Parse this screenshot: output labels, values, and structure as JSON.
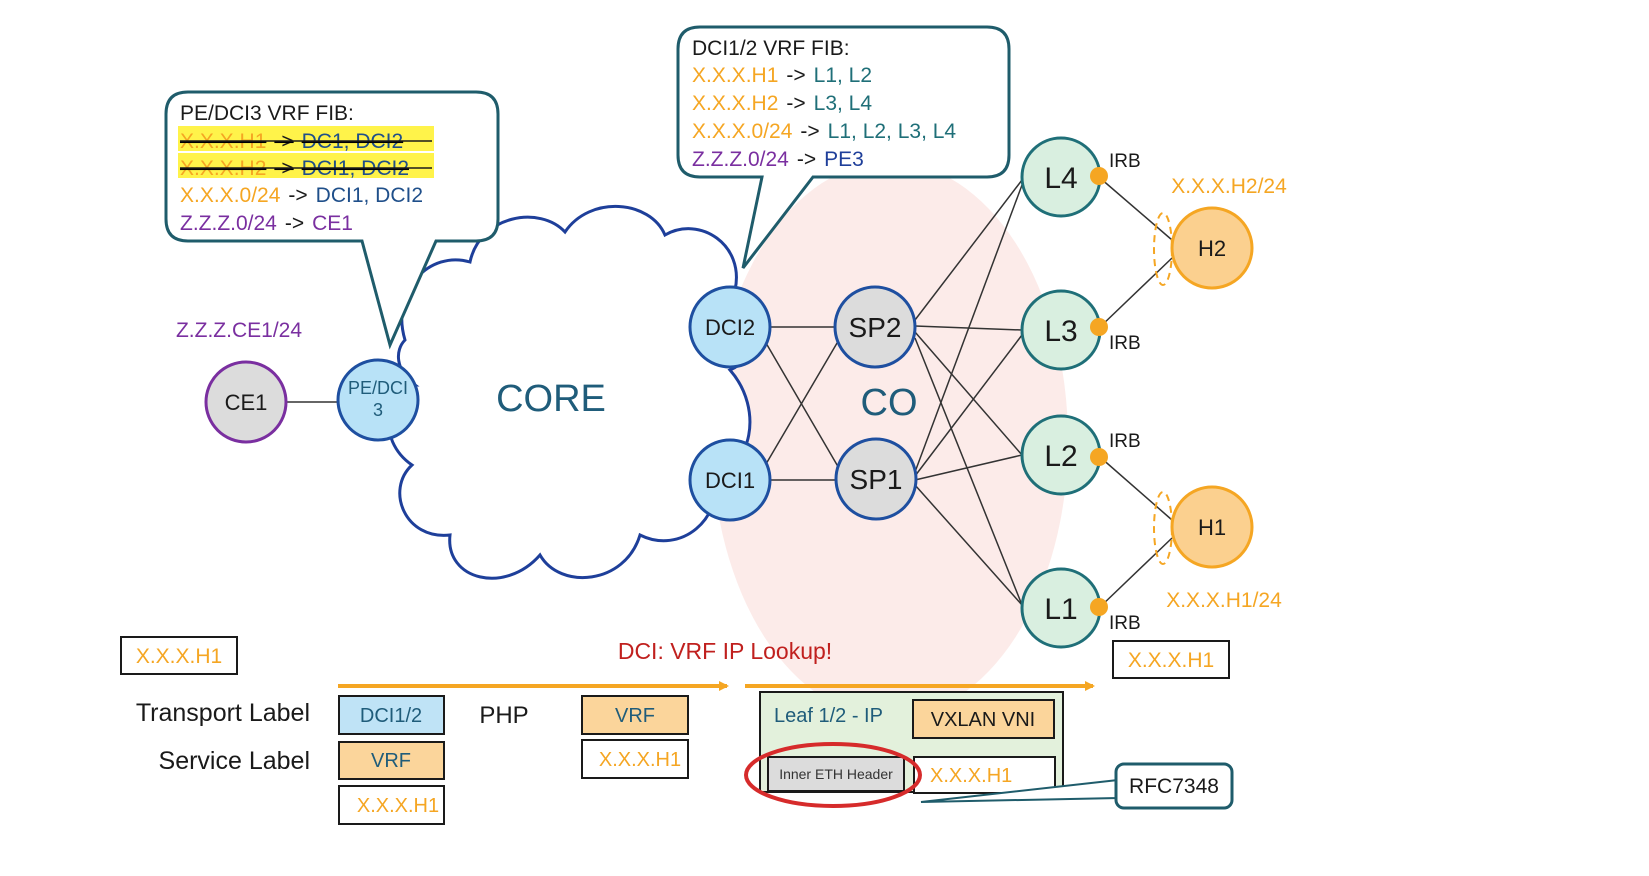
{
  "colors": {
    "orange": "#f5a623",
    "purple": "#7a2fa0",
    "teal": "#1f6f78",
    "dark": "#1a1a1a",
    "red_label": "#c0201e",
    "node_blue": "#b8e2f7",
    "node_blue_stroke": "#1e4fa0",
    "node_gray": "#dcdcdc",
    "node_green": "#d9efe0",
    "node_orange": "#fbd08f",
    "cloud_stroke": "#1e3f9a",
    "bubble_stroke": "#1f5c6b",
    "highlight": "#fff34a",
    "pink_zone": "#fbe6e4",
    "box_orange": "#fbd59b",
    "box_blue": "#bfe3f6",
    "leaf_green": "#e3f1dc",
    "ellipse_red": "#d62b2b"
  },
  "bubble_left": {
    "title": "PE/DCI3 VRF FIB:",
    "rows": [
      {
        "prefix": "X.X.X.H1",
        "arrow": "->",
        "target": "DC1, DCI2",
        "struck": true
      },
      {
        "prefix": "X.X.X.H2",
        "arrow": "->",
        "target": "DCI1, DCI2",
        "struck": true
      },
      {
        "prefix": "X.X.X.0/24",
        "arrow": "->",
        "target": "DCI1, DCI2",
        "struck": false
      },
      {
        "prefix": "Z.Z.Z.0/24",
        "arrow": "->",
        "target": "CE1",
        "struck": false
      }
    ]
  },
  "bubble_right": {
    "title": "DCI1/2 VRF FIB:",
    "rows": [
      {
        "prefix": "X.X.X.H1",
        "arrow": "->",
        "target": "L1, L2"
      },
      {
        "prefix": "X.X.X.H2",
        "arrow": "->",
        "target": "L3, L4"
      },
      {
        "prefix": "X.X.X.0/24",
        "arrow": "->",
        "target": "L1, L2, L3, L4"
      },
      {
        "prefix": "Z.Z.Z.0/24",
        "arrow": "->",
        "target": "PE3"
      }
    ]
  },
  "nodes": {
    "ce1": "CE1",
    "pe_line1": "PE/DCI",
    "pe_line2": "3",
    "dci2": "DCI2",
    "dci1": "DCI1",
    "sp2": "SP2",
    "sp1": "SP1",
    "l4": "L4",
    "l3": "L3",
    "l2": "L2",
    "l1": "L1",
    "h2": "H2",
    "h1": "H1"
  },
  "labels": {
    "ce1_subnet": "Z.Z.Z.CE1/24",
    "core": "CORE",
    "co": "CO",
    "irb": "IRB",
    "h2_addr": "X.X.X.H2/24",
    "h1_addr": "X.X.X.H1/24",
    "dci_lookup": "DCI: VRF IP Lookup!"
  },
  "packets": {
    "left_ip": "X.X.X.H1",
    "right_ip": "X.X.X.H1",
    "transport_label": "Transport Label",
    "service_label": "Service Label",
    "dci12": "DCI1/2",
    "vrf": "VRF",
    "stack_ip": "X.X.X.H1",
    "php": "PHP",
    "mid_vrf": "VRF",
    "mid_ip": "X.X.X.H1",
    "leaf_ip": "Leaf 1/2 - IP",
    "vxlan_vni": "VXLAN VNI",
    "inner_eth": "Inner ETH Header",
    "inner_ip": "X.X.X.H1",
    "rfc": "RFC7348"
  }
}
